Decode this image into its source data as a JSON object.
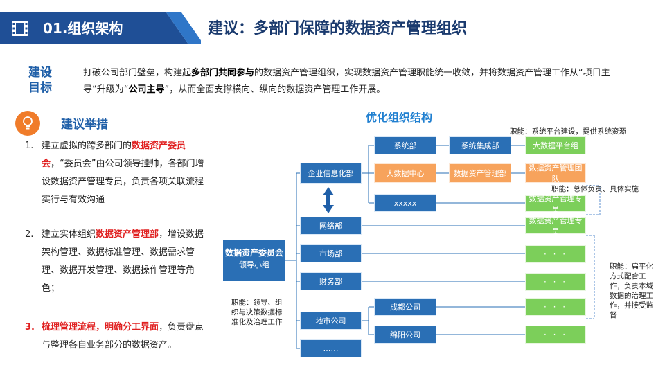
{
  "header": {
    "section": "01.组织架构",
    "title": "建议：多部门保障的数据资产管理组织",
    "colors": {
      "band_dark": "#1f4f96",
      "band_light": "#2f76c8",
      "title": "#1a3a6e"
    }
  },
  "goal": {
    "label": "建设目标",
    "parts": [
      {
        "text": "打破公司部门壁垒，构建起",
        "bold": false
      },
      {
        "text": "多部门共同参与",
        "bold": true
      },
      {
        "text": "的数据资产管理组织，实现数据资产管理职能统一收敛，并将数据资产管理工作从“项目主导“升级为“",
        "bold": false
      },
      {
        "text": "公司主导",
        "bold": true
      },
      {
        "text": "”，从而全面支撑横向、纵向的数据资产管理工作开展。",
        "bold": false
      }
    ]
  },
  "measures": {
    "title": "建议举措",
    "items": [
      {
        "num": "1.",
        "red_num": false,
        "parts": [
          {
            "text": "建立虚拟的跨多部门的",
            "red": false
          },
          {
            "text": "数据资产委员会",
            "red": true
          },
          {
            "text": "，“委员会”由公司领导挂帅，各部门增设数据资产管理专员，负责各项关联流程实行与有效沟通",
            "red": false
          }
        ]
      },
      {
        "num": "2.",
        "red_num": false,
        "parts": [
          {
            "text": "建立实体组织",
            "red": false
          },
          {
            "text": "数据资产管理部",
            "red": true
          },
          {
            "text": "，增设数据架构管理、数据标准管理、数据需求管理、数据开发管理、数据操作管理等角色；",
            "red": false
          }
        ]
      },
      {
        "num": "3.",
        "red_num": true,
        "parts": [
          {
            "text": "梳理管理流程，明确分工界面",
            "red": true
          },
          {
            "text": "，负责盘点与整理各自业务部分的数据资产。",
            "red": false
          }
        ]
      }
    ]
  },
  "org": {
    "title": "优化组织结构",
    "lead": {
      "line1": "数据资产委员会",
      "line2": "领导小组"
    },
    "lead_note": "职能：领导、组织与决策数据标准化及治理工作",
    "depts": [
      "企业信息化部",
      "网络部",
      "市场部",
      "财务部",
      "地市公司",
      "……"
    ],
    "level2": [
      "系统部",
      "大数据中心",
      "xxxxx",
      "成都公司",
      "绵阳公司"
    ],
    "level3": [
      "系统集成部",
      "数据资产管理部"
    ],
    "level4": [
      "大数据平台组",
      "数据资产管理团队"
    ],
    "specialists": [
      "数据资产管理专员",
      "数据资产管理专员",
      "· · ·",
      "· · ·",
      "· · ·",
      "· · ·"
    ],
    "notes": {
      "platform": "职能：系统平台建设，提供系统资源",
      "overall": "职能：总体负责、具体实施",
      "flat": "职能：扁平化方式配合工作，负责本域数据的治理工作，并接受监督"
    },
    "colors": {
      "blue": "#2a6fb5",
      "orange": "#f7a35c",
      "green": "#7ccf5a",
      "line": "#2a6fb5",
      "dashed": "#5b8fcf"
    }
  }
}
